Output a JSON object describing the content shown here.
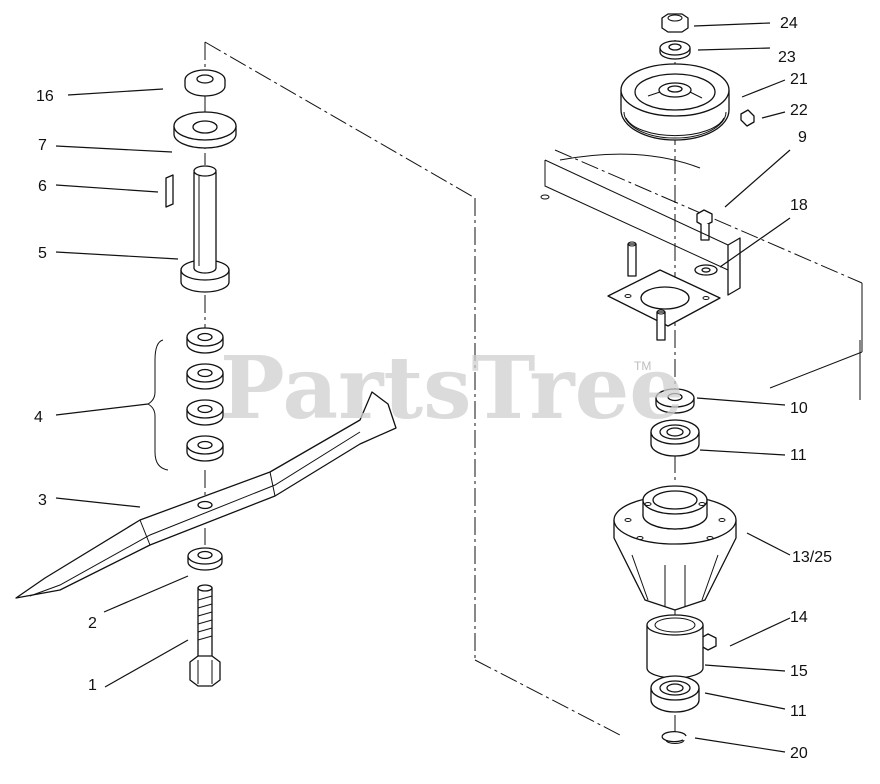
{
  "watermark": {
    "text": "PartsTree",
    "mark": "TM"
  },
  "callouts": [
    {
      "id": "16",
      "label": "16"
    },
    {
      "id": "7",
      "label": "7"
    },
    {
      "id": "6",
      "label": "6"
    },
    {
      "id": "5",
      "label": "5"
    },
    {
      "id": "4",
      "label": "4"
    },
    {
      "id": "3",
      "label": "3"
    },
    {
      "id": "2",
      "label": "2"
    },
    {
      "id": "1",
      "label": "1"
    },
    {
      "id": "24",
      "label": "24"
    },
    {
      "id": "23",
      "label": "23"
    },
    {
      "id": "21",
      "label": "21"
    },
    {
      "id": "22",
      "label": "22"
    },
    {
      "id": "9",
      "label": "9"
    },
    {
      "id": "18",
      "label": "18"
    },
    {
      "id": "10",
      "label": "10"
    },
    {
      "id": "11a",
      "label": "11"
    },
    {
      "id": "13_25",
      "label": "13/25"
    },
    {
      "id": "14",
      "label": "14"
    },
    {
      "id": "15",
      "label": "15"
    },
    {
      "id": "11b",
      "label": "11"
    },
    {
      "id": "20",
      "label": "20"
    }
  ]
}
